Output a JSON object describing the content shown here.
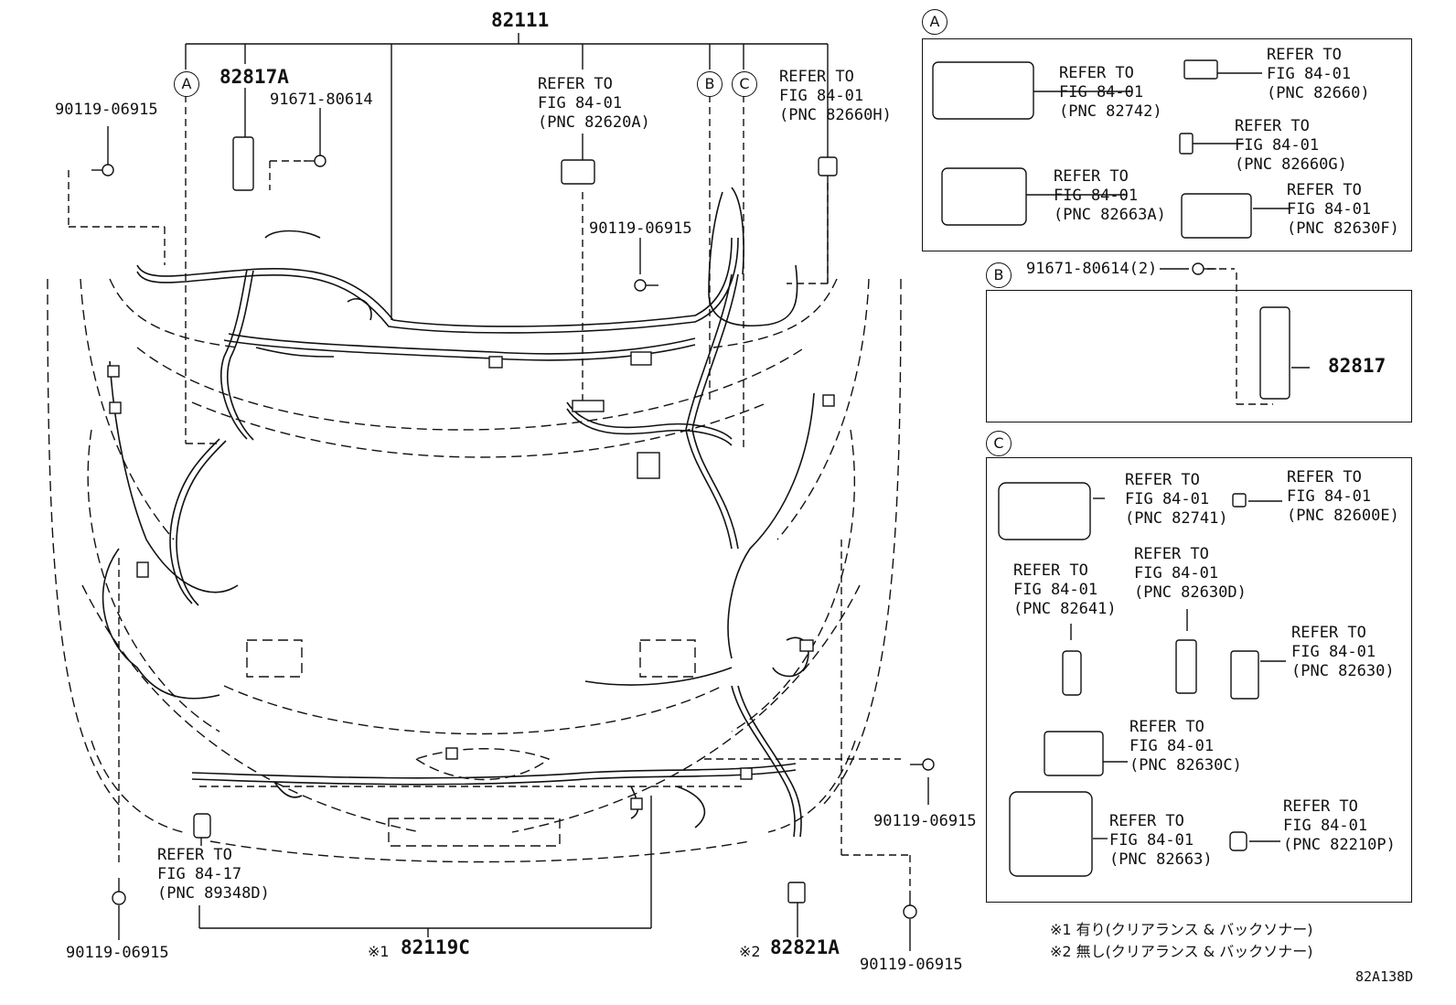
{
  "main_part": "82111",
  "callouts": {
    "a": "A",
    "b": "B",
    "c": "C"
  },
  "labels": {
    "p82817A": "82817A",
    "p91671_top": "91671-80614",
    "p90119_tl": "90119-06915",
    "p90119_mid": "90119-06915",
    "p90119_r": "90119-06915",
    "p90119_bl": "90119-06915",
    "p90119_br": "90119-06915",
    "p82119C": "82119C",
    "p82821A": "82821A",
    "p91671_b": "91671-80614(2)",
    "p82817": "82817",
    "note_mark1": "※1",
    "note_mark2": "※2",
    "code": "82A138D"
  },
  "refs": {
    "r82620A": [
      "REFER TO",
      "FIG 84-01",
      "(PNC 82620A)"
    ],
    "r82660H": [
      "REFER TO",
      "FIG 84-01",
      "(PNC 82660H)"
    ],
    "r89348D": [
      "REFER TO",
      "FIG 84-17",
      "(PNC 89348D)"
    ],
    "r82742": [
      "REFER TO",
      "FIG 84-01",
      "(PNC 82742)"
    ],
    "r82660": [
      "REFER TO",
      "FIG 84-01",
      "(PNC 82660)"
    ],
    "r82660G": [
      "REFER TO",
      "FIG 84-01",
      "(PNC 82660G)"
    ],
    "r82663A": [
      "REFER TO",
      "FIG 84-01",
      "(PNC 82663A)"
    ],
    "r82630F": [
      "REFER TO",
      "FIG 84-01",
      "(PNC 82630F)"
    ],
    "r82741": [
      "REFER TO",
      "FIG 84-01",
      "(PNC 82741)"
    ],
    "r82600E": [
      "REFER TO",
      "FIG 84-01",
      "(PNC 82600E)"
    ],
    "r82641": [
      "REFER TO",
      "FIG 84-01",
      "(PNC 82641)"
    ],
    "r82630D": [
      "REFER TO",
      "FIG 84-01",
      "(PNC 82630D)"
    ],
    "r82630": [
      "REFER TO",
      "FIG 84-01",
      "(PNC 82630)"
    ],
    "r82630C": [
      "REFER TO",
      "FIG 84-01",
      "(PNC 82630C)"
    ],
    "r82663": [
      "REFER TO",
      "FIG 84-01",
      "(PNC 82663)"
    ],
    "r82210P": [
      "REFER TO",
      "FIG 84-01",
      "(PNC 82210P)"
    ]
  },
  "notes": [
    "※1 有り(クリアランス & バックソナー)",
    "※2 無し(クリアランス & バックソナー)"
  ]
}
